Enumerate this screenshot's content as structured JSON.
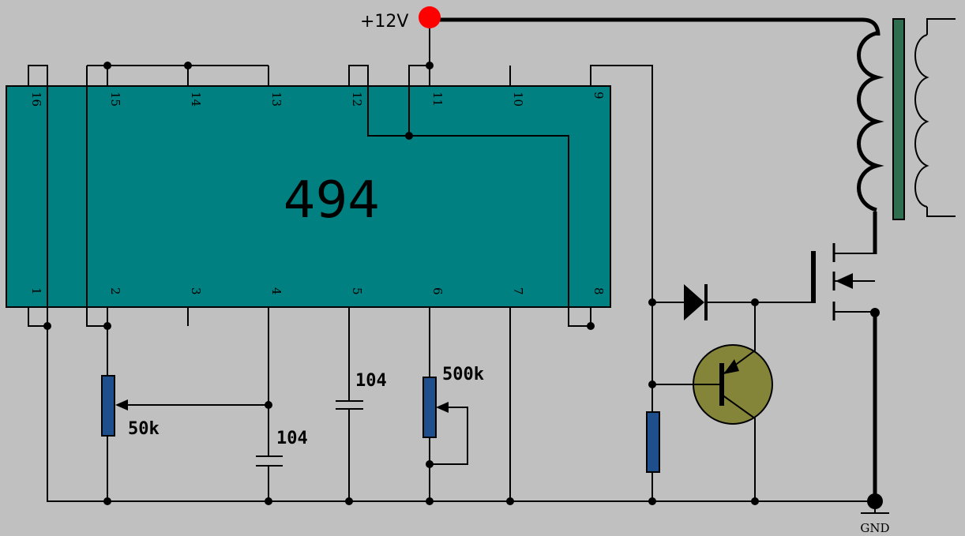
{
  "colors": {
    "background": "#c0c0c0",
    "chip_fill": "#008080",
    "component_fill": "#1f4e8c",
    "transistor_fill": "#85853a",
    "supply_dot": "#ff0000",
    "transformer_core": "#2f6f4f"
  },
  "chip": {
    "name": "494",
    "top_pins": [
      "16",
      "15",
      "14",
      "13",
      "12",
      "11",
      "10",
      "9"
    ],
    "bottom_pins": [
      "1",
      "2",
      "3",
      "4",
      "5",
      "6",
      "7",
      "8"
    ]
  },
  "supply": {
    "label": "+12V"
  },
  "ground": {
    "label": "GND"
  },
  "components": {
    "pot_left": "50k",
    "cap_pin4": "104",
    "cap_pin5": "104",
    "pot_right": "500k"
  }
}
